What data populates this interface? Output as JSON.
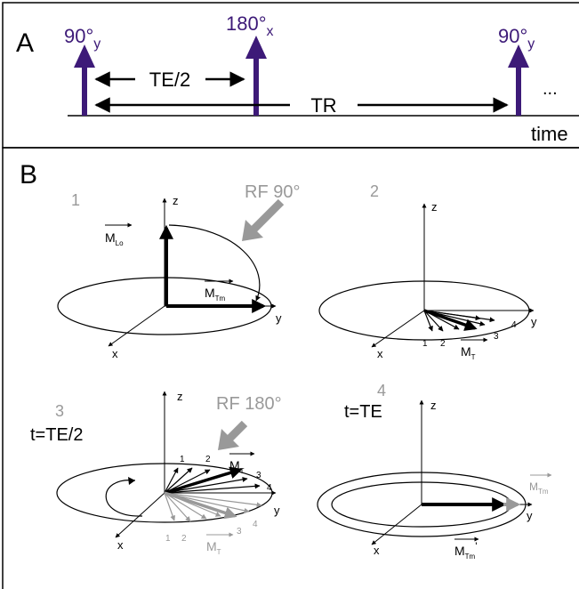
{
  "panel_a": {
    "label": "A",
    "pulse1": {
      "base": "90°",
      "sub": "y"
    },
    "pulse2": {
      "base": "180°",
      "sub": "x"
    },
    "pulse3": {
      "base": "90°",
      "sub": "y"
    },
    "te_half": "TE/2",
    "tr": "TR",
    "ellipsis": "...",
    "time": "time"
  },
  "panel_b": {
    "label": "B",
    "rf90": "RF 90°",
    "rf180": "RF 180°",
    "t_half": "t=TE/2",
    "t_te": "t=TE",
    "d1": {
      "num": "1",
      "axis_z": "z",
      "axis_y": "y",
      "axis_x": "x",
      "mlo": "M",
      "mlo_sub": "Lo",
      "mtm": "M",
      "mtm_sub": "Tm"
    },
    "d2": {
      "num": "2",
      "axis_z": "z",
      "axis_y": "y",
      "axis_x": "x",
      "spin1": "1",
      "spin2": "2",
      "spin3": "3",
      "spin4": "4",
      "mt": "M",
      "mt_sub": "T"
    },
    "d3": {
      "num": "3",
      "axis_z": "z",
      "axis_y": "y",
      "axis_x": "x",
      "top1": "1",
      "top2": "2",
      "top3": "3",
      "top4": "4",
      "mt_top": "M",
      "mt_top_sub": "T",
      "bot1": "1",
      "bot2": "2",
      "bot3": "3",
      "bot4": "4",
      "mt_bot": "M",
      "mt_bot_sub": "T"
    },
    "d4": {
      "num": "4",
      "axis_z": "z",
      "axis_y": "y",
      "axis_x": "x",
      "mtm": "M",
      "mtm_sub": "Tm",
      "mtm2": "M",
      "mtm2_sub": "Tm",
      "prime": "'"
    }
  },
  "colors": {
    "pulse": "#3d1a78",
    "grey": "#999999",
    "lightgrey": "#a8a8a8"
  }
}
